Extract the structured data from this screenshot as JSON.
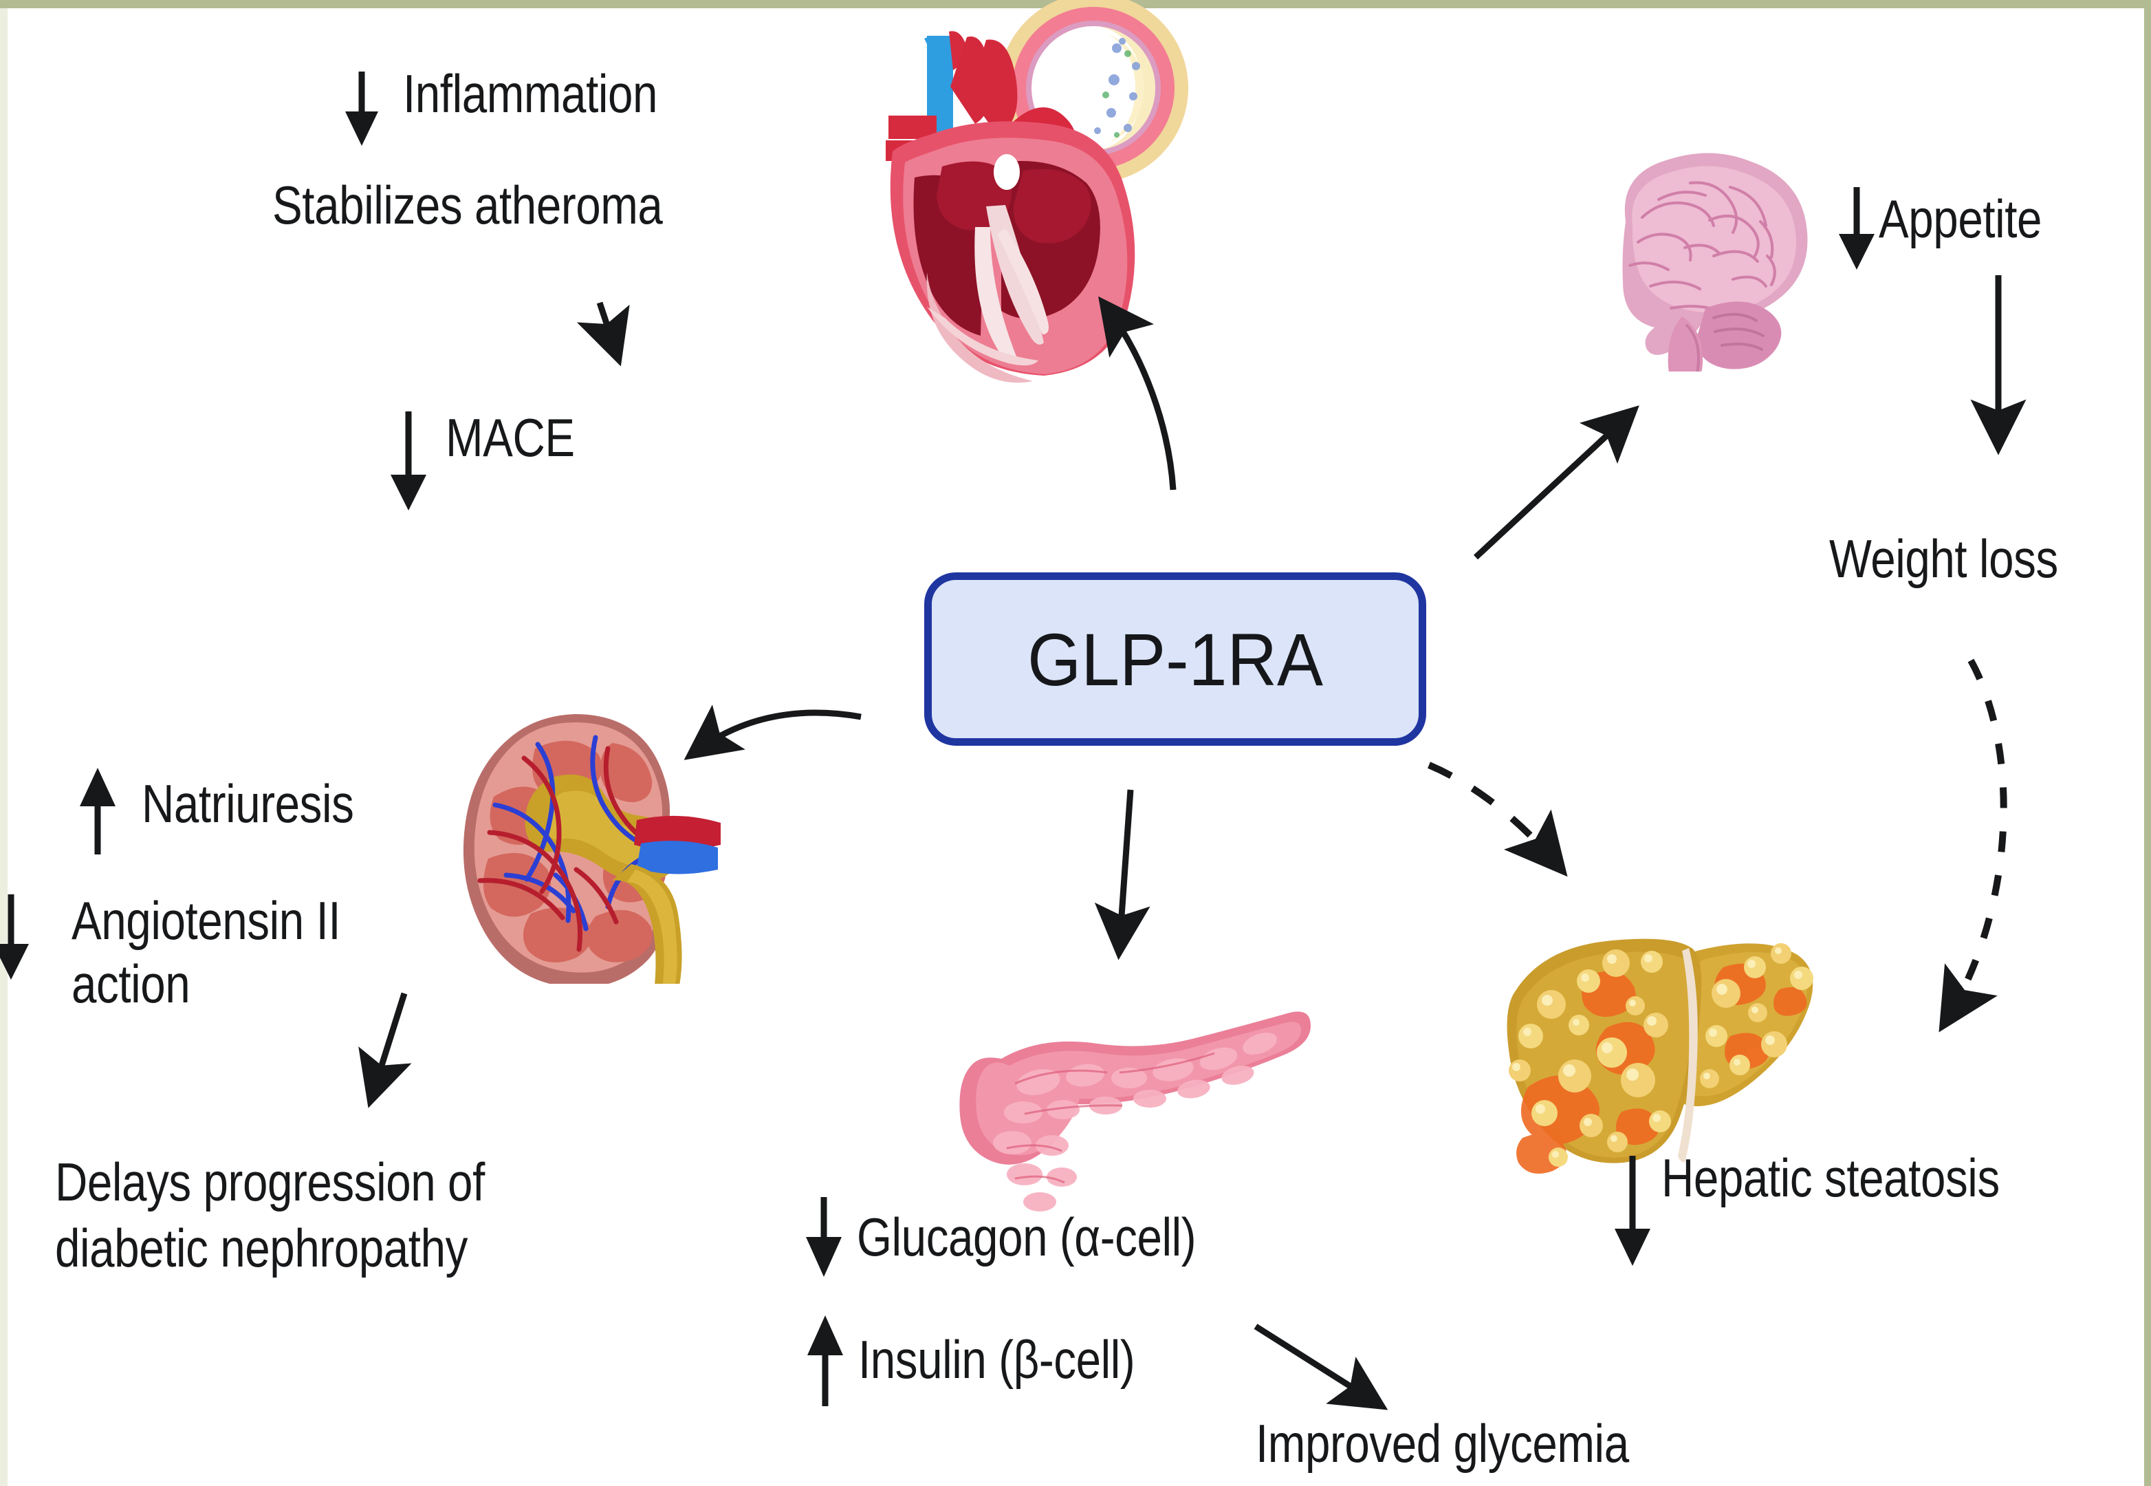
{
  "figure": {
    "type": "mechanism-diagram",
    "central_node": {
      "label": "GLP-1RA",
      "fill_color": "#dbe4f8",
      "border_color": "#1f35a0"
    },
    "background_color": "#ffffff",
    "border_color": "#b3bb93",
    "text_color": "#16181a"
  },
  "organs": [
    {
      "name": "heart",
      "label": "heart-with-atheroma-cross-section"
    },
    {
      "name": "brain",
      "label": "brain"
    },
    {
      "name": "kidney",
      "label": "kidney-cross-section"
    },
    {
      "name": "pancreas",
      "label": "pancreas"
    },
    {
      "name": "liver",
      "label": "fatty-liver"
    }
  ],
  "labels": {
    "inflammation": {
      "arrow": "↓",
      "text": "Inflammation"
    },
    "stabilizes_atheroma": {
      "text": "Stabilizes atheroma"
    },
    "mace": {
      "arrow": "↓",
      "text": "MACE"
    },
    "appetite": {
      "arrow": "↓",
      "text": "Appetite"
    },
    "weight_loss": {
      "text": "Weight loss"
    },
    "natriuresis": {
      "arrow": "↑",
      "text": "Natriuresis"
    },
    "angiotensin": {
      "arrow": "↓",
      "line1": "Angiotensin II",
      "line2": "action"
    },
    "nephropathy": {
      "line1": "Delays progression of",
      "line2": "diabetic nephropathy"
    },
    "glucagon": {
      "arrow": "↓",
      "text": "Glucagon (α-cell)"
    },
    "insulin": {
      "arrow": "↑",
      "text": "Insulin (β-cell)"
    },
    "hepatic_steatosis": {
      "arrow": "↓",
      "text": "Hepatic steatosis"
    },
    "improved_glycemia": {
      "text": "Improved glycemia"
    }
  },
  "connections": [
    {
      "from": "GLP-1RA",
      "to": "heart",
      "style": "solid-curved"
    },
    {
      "from": "GLP-1RA",
      "to": "brain",
      "style": "solid-straight"
    },
    {
      "from": "GLP-1RA",
      "to": "kidney",
      "style": "solid-curved"
    },
    {
      "from": "GLP-1RA",
      "to": "pancreas",
      "style": "solid-straight"
    },
    {
      "from": "GLP-1RA",
      "to": "liver",
      "style": "dashed-curved"
    },
    {
      "from": "Stabilizes atheroma",
      "to": "MACE",
      "style": "solid-straight"
    },
    {
      "from": "Appetite",
      "to": "Weight loss",
      "style": "solid-straight"
    },
    {
      "from": "Weight loss",
      "to": "Hepatic steatosis",
      "style": "dashed-curved"
    },
    {
      "from": "Angiotensin II action",
      "to": "Delays progression of diabetic nephropathy",
      "style": "solid-straight"
    },
    {
      "from": "Insulin (β-cell)",
      "to": "Improved glycemia",
      "style": "solid-straight"
    },
    {
      "from": "liver",
      "to": "Hepatic steatosis",
      "style": "solid-straight"
    }
  ]
}
